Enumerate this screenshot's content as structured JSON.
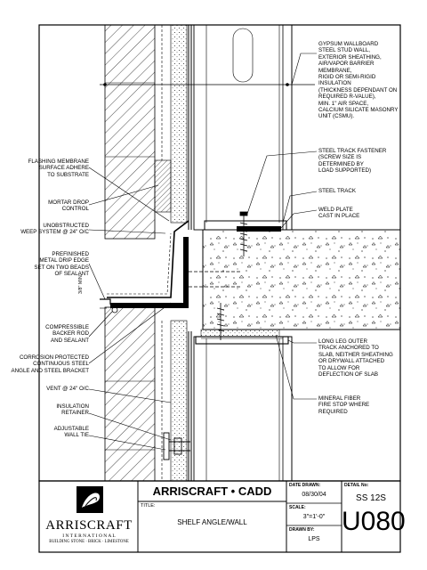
{
  "notes_right": {
    "wall_assembly": "GYPSUM WALLBOARD\nSTEEL STUD WALL,\nEXTERIOR SHEATHING,\nAIR/VAPOR BARRIER MEMBRANE,\nRIGID OR SEMI-RIGID INSULATION\n(THICKNESS DEPENDANT ON\nREQUIRED R-VALUE),\nMIN. 1\" AIR SPACE,\nCALCIUM SILICATE MASONRY\nUNIT (CSMU).",
    "track_fastener": "STEEL TRACK FASTENER\n(SCREW SIZE IS\nDETERMINED BY\nLOAD SUPPORTED)",
    "steel_track": "STEEL TRACK",
    "weld_plate": "WELD PLATE\nCAST IN PLACE",
    "long_leg_track": "LONG LEG OUTER\nTRACK ANCHORED TO\nSLAB, NEITHER SHEATHING\nOR DRYWALL ATTACHED\nTO ALLOW FOR\nDEFLECTION OF SLAB",
    "mineral_fiber": "MINERAL FIBER\nFIRE STOP WHERE\nREQUIRED"
  },
  "notes_left": {
    "flashing": "FLASHING MEMBRANE\nSURFACE ADHERE\nTO SUBSTRATE",
    "mortar_drop": "MORTAR DROP\nCONTROL",
    "weep_system": "UNOBSTRUCTED\nWEEP SYSTEM @ 24\" O/C",
    "drip_edge": "PREFINISHED\nMETAL DRIP EDGE\nSET ON TWO BEADS\nOF SEALANT",
    "backer_rod": "COMPRESSIBLE\nBACKER ROD\nAND SEALANT",
    "shelf_angle": "CORROSION PROTECTED\nCONTINUOUS STEEL\nANGLE AND STEEL BRACKET",
    "vent": "VENT @ 24\" O/C",
    "insulation_retainer": "INSULATION\nRETAINER",
    "wall_tie": "ADJUSTABLE\nWALL TIE",
    "dimension": "3/8\" MIN."
  },
  "title_block": {
    "company_header": "ARRISCRAFT • CADD",
    "title_label": "TITLE:",
    "title": "SHELF ANGLE/WALL",
    "date_label": "DATE DRAWN:",
    "date": "08/30/04",
    "scale_label": "SCALE:",
    "scale": "3\"=1'-0\"",
    "drawn_by_label": "DRAWN BY:",
    "drawn_by": "LPS",
    "detail_label": "DETAIL No:",
    "detail_code": "SS 12S",
    "sheet_number": "U080",
    "logo_name": "ARRISCRAFT",
    "logo_sub": "I N T E R N A T I O N A L",
    "logo_tagline": "BUILDING STONE · BRICK · LIMESTONE"
  }
}
